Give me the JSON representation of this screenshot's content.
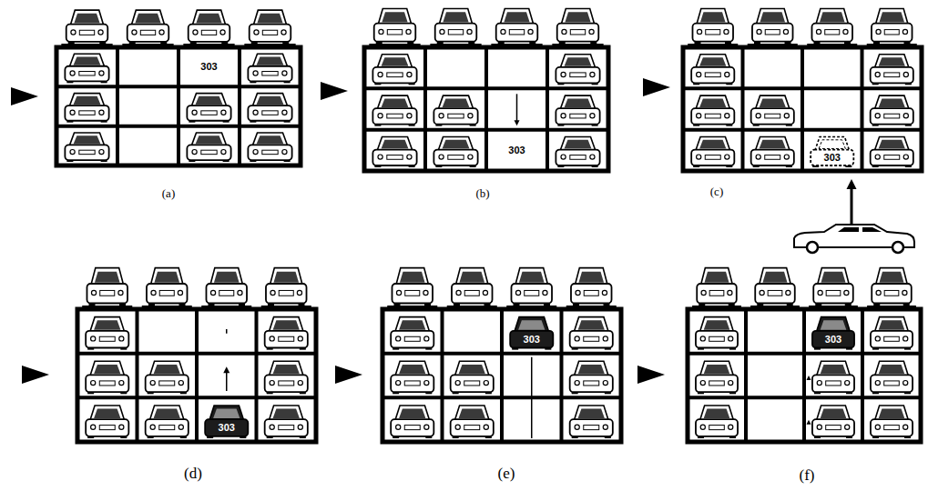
{
  "diagram": {
    "labels": [
      "303",
      "(a)",
      "303",
      "(b)",
      "303",
      "(c)",
      "303",
      "(d)",
      "303",
      "(e)",
      "303",
      "(f)"
    ]
  }
}
